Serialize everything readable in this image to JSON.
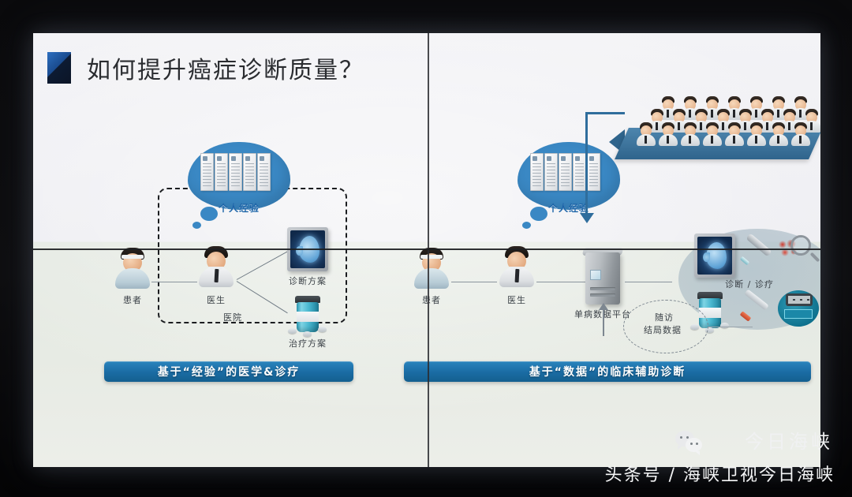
{
  "slide": {
    "title": "如何提升癌症诊断质量？",
    "logo_mark": "blue-triangle-mark"
  },
  "left_panel": {
    "cloud_label": "个人经验",
    "patient_label": "患者",
    "doctor_label": "医生",
    "hospital_label": "医院",
    "diagnosis_label": "诊断方案",
    "treatment_label": "治疗方案",
    "banner": "基于“经验”的医学&诊疗"
  },
  "right_panel": {
    "cloud_label": "个人经验",
    "patient_label": "患者",
    "doctor_label": "医生",
    "platform_label": "单病数据平台",
    "diagnosis_label": "诊断 / 诊疗",
    "followup_line1": "随访",
    "followup_line2": "结局数据",
    "banner": "基于“数据”的临床辅助诊断"
  },
  "watermark": {
    "account_name": "今日海峡",
    "source_line": "头条号 / 海峡卫视今日海峡",
    "icon": "wechat-icon"
  },
  "colors": {
    "banner_blue": "#1a6ba3",
    "cloud_blue": "#3a88c4",
    "label_blue": "#1c64a8",
    "title_gray": "#2a2c30",
    "screen_bg": "#eeeef2"
  }
}
